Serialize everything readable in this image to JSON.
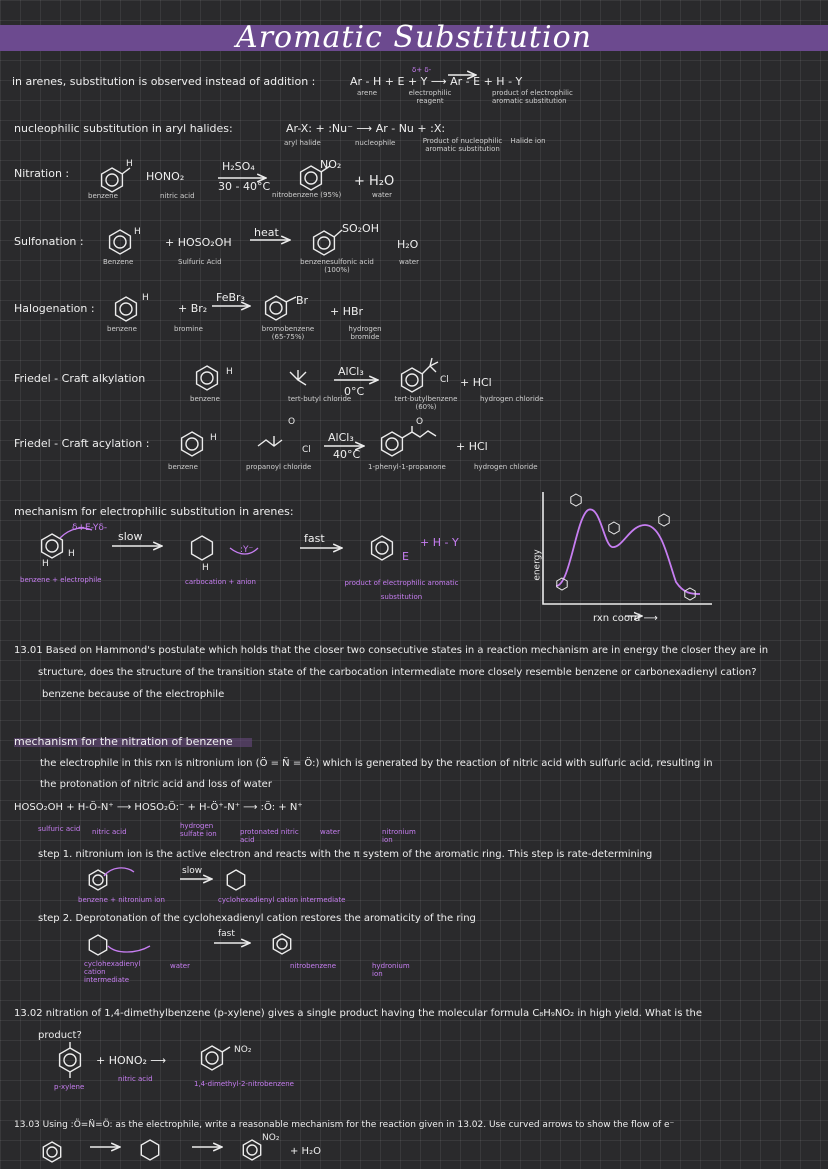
{
  "title": "Aromatic Substitution",
  "colors": {
    "accent": "#c77ef2",
    "band": "#6c4a8f",
    "background": "#2a2a2c"
  },
  "intro": {
    "text": "in arenes, substitution is observed instead of addition :",
    "eq": "Ar - H  +  E + Y   ⟶   Ar - E  +  H - Y",
    "charges": "δ+  δ-",
    "arene": "arene",
    "electrophile": "electrophilic reagent",
    "product": "product of electrophilic aromatic substitution"
  },
  "nucleophilic": {
    "text": "nucleophilic substitution in aryl halides:",
    "eq": "Ar-X:  +  :Nu⁻  ⟶  Ar - Nu  +  :X:",
    "aryl_halide": "aryl halide",
    "nucleophile": "nucleophile",
    "product": "Product of nucleophilic aromatic substitution",
    "halide": "Halide ion"
  },
  "nitration": {
    "label": "Nitration :",
    "benzene": "benzene",
    "reagent": "HONO₂",
    "reagent_name": "nitric acid",
    "cond_top": "H₂SO₄",
    "cond_bottom": "30 - 40°C",
    "product_group": "NO₂",
    "product_name": "nitrobenzene (95%)",
    "byproduct": "+ H₂O",
    "byproduct_name": "water"
  },
  "sulfonation": {
    "label": "Sulfonation :",
    "benzene": "Benzene",
    "reagent": "+ HOSO₂OH",
    "reagent_name": "Sulfuric Acid",
    "cond": "heat",
    "product_group": "SO₂OH",
    "product_name": "benzenesulfonic acid (100%)",
    "byproduct": "H₂O",
    "byproduct_name": "water"
  },
  "halogenation": {
    "label": "Halogenation :",
    "benzene": "benzene",
    "reagent": "+ Br₂",
    "reagent_name": "bromine",
    "cond": "FeBr₃",
    "product_group": "Br",
    "product_name": "bromobenzene (65-75%)",
    "byproduct": "+ HBr",
    "byproduct_name": "hydrogen bromide"
  },
  "alkylation": {
    "label": "Friedel - Craft alkylation",
    "benzene": "benzene",
    "reagent_name": "tert-butyl chloride",
    "cond_top": "AlCl₃",
    "cond_bottom": "0°C",
    "product_name": "tert-butylbenzene (60%)",
    "byproduct": "+ HCl",
    "byproduct_name": "hydrogen chloride"
  },
  "acylation": {
    "label": "Friedel - Craft acylation :",
    "benzene": "benzene",
    "reagent_name": "propanoyl chloride",
    "cond_top": "AlCl₃",
    "cond_bottom": "40°C",
    "product_name": "1-phenyl-1-propanone",
    "byproduct": "+ HCl",
    "byproduct_name": "hydrogen chloride"
  },
  "mechanism": {
    "heading": "mechanism for electrophilic substitution in arenes:",
    "slow": "slow",
    "fast": "fast",
    "hy": "+  H - Y",
    "reactants": "benzene + electrophile",
    "intermediate": "carbocation + anion",
    "product": "product of electrophilic aromatic substitution",
    "energy_label": "energy",
    "x_label": "rxn coord ⟶"
  },
  "q1": {
    "line1": "13.01 Based on Hammond's postulate which holds that the closer two consecutive states in a reaction mechanism are in energy the closer they are in",
    "line2": "structure, does the structure of the transition state of the carbocation intermediate more closely resemble benzene or carbonexadienyl cation?",
    "answer": "benzene because of the electrophile"
  },
  "nitration_mech": {
    "heading": "mechanism for the nitration of benzene",
    "line1": "the electrophile in this rxn is nitronium ion (Ö = N̈ = Ö:) which is generated by the reaction of nitric acid with sulfuric acid, resulting in",
    "line2": "the protonation of nitric acid and loss of water",
    "eq": "HOSO₂OH  +  H-Ö-N⁺   ⟶   HOSO₂Ö:⁻  +  H-Ö⁺-N⁺   ⟶   :Ö:  +  N⁺",
    "labels": [
      "sulfuric acid",
      "nitric acid",
      "hydrogen sulfate ion",
      "protonated nitric acid",
      "water",
      "nitronium ion"
    ],
    "step1": "step 1. nitronium ion is the active electron and reacts with the π system of the aromatic ring. This step is rate-determining",
    "step1_slow": "slow",
    "step1_left": "benzene + nitronium ion",
    "step1_right": "cyclohexadienyl cation intermediate",
    "step2": "step 2. Deprotonation of the cyclohexadienyl cation restores the aromaticity of the ring",
    "step2_fast": "fast",
    "step2_left": "cyclohexadienyl cation intermediate",
    "step2_water": "water",
    "step2_product": "nitrobenzene",
    "step2_hydronium": "hydronium ion"
  },
  "q2": {
    "line1": "13.02 nitration of 1,4-dimethylbenzene (p-xylene) gives a single product having the molecular formula C₈H₉NO₂ in high yield. What is the",
    "line2": "product?",
    "reagent": "+ HONO₂ ⟶",
    "reagent_name": "nitric acid",
    "start": "p-xylene",
    "product_name": "1,4-dimethyl-2-nitrobenzene"
  },
  "q3": {
    "text": "13.03 Using :Ö=N̈=Ö: as the electrophile, write a reasonable mechanism for the reaction given in 13.02. Use curved arrows to show the flow of e⁻",
    "byproduct": "+ H₂O"
  }
}
